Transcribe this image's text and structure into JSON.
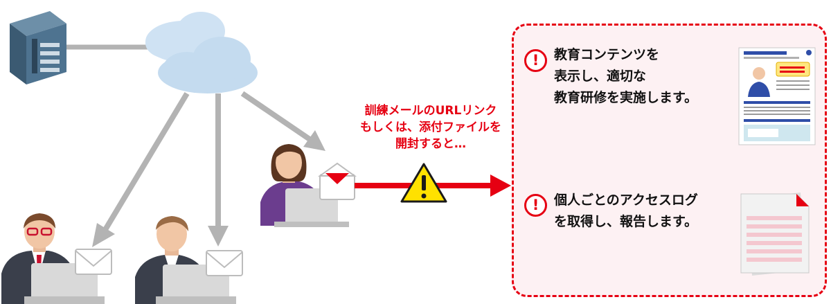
{
  "phishing_caption": [
    "訓練メールのURLリンク",
    "もしくは、添付ファイルを",
    "開封すると…"
  ],
  "notes": [
    {
      "lines": [
        "教育コンテンツを",
        "表示し、適切な",
        "教育研修を実施します。"
      ],
      "icon": "exclamation-circle-icon"
    },
    {
      "lines": [
        "個人ごとのアクセスログ",
        "を取得し、報告します。"
      ],
      "icon": "exclamation-circle-icon"
    }
  ],
  "colors": {
    "accent": "#e60012",
    "arrow": "#b3b3b3",
    "cloud": "#cfe2f3",
    "panel_bg": "#fdf1f3"
  }
}
